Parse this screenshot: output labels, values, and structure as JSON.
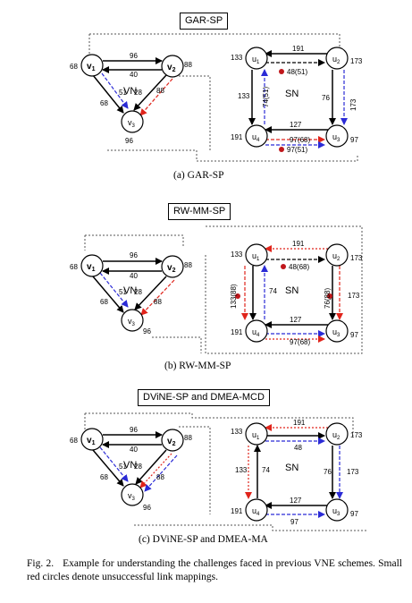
{
  "panels": [
    {
      "title": "GAR-SP",
      "caption": "(a) GAR-SP",
      "vn": {
        "label": "VN",
        "nodes": [
          {
            "id": "v1",
            "name": "v",
            "sub": "1",
            "cap": "68"
          },
          {
            "id": "v2",
            "name": "v",
            "sub": "2",
            "cap": "88"
          },
          {
            "id": "v3",
            "name": "v",
            "sub": "3",
            "cap": "96"
          }
        ],
        "edge_labels": {
          "v1v2_top": "96",
          "v1v2_mid": "40",
          "v1v3_outer": "68",
          "v1v3_inner": "51",
          "v2v3_inner": "28",
          "v2v3_outer": "88"
        }
      },
      "sn": {
        "label": "SN",
        "nodes": [
          {
            "id": "u1",
            "name": "u",
            "sub": "1",
            "cap": "133"
          },
          {
            "id": "u2",
            "name": "u",
            "sub": "2",
            "cap": "173"
          },
          {
            "id": "u3",
            "name": "u",
            "sub": "3",
            "cap": "97"
          },
          {
            "id": "u4",
            "name": "u",
            "sub": "4",
            "cap": "191"
          }
        ],
        "edge_labels": {
          "top": "191",
          "left": "133",
          "left_mapped": "74(51)",
          "right": "76",
          "right_outer": "173",
          "bottom": "127",
          "bottom_mapped": "97(68)",
          "fail_top": "48(51)",
          "fail_bottom": "97(51)"
        }
      }
    },
    {
      "title": "RW-MM-SP",
      "caption": "(b) RW-MM-SP",
      "vn": {
        "label": "VN",
        "nodes": [
          {
            "id": "v1",
            "name": "v",
            "sub": "1",
            "cap": "68"
          },
          {
            "id": "v2",
            "name": "v",
            "sub": "2",
            "cap": "88"
          },
          {
            "id": "v3",
            "name": "v",
            "sub": "3",
            "cap": "96"
          }
        ],
        "edge_labels": {
          "v1v2_top": "96",
          "v1v2_mid": "40",
          "v1v3_outer": "68",
          "v1v3_inner": "51",
          "v2v3_inner": "28",
          "v2v3_outer": "88"
        }
      },
      "sn": {
        "label": "SN",
        "nodes": [
          {
            "id": "u1",
            "name": "u",
            "sub": "1",
            "cap": "133"
          },
          {
            "id": "u2",
            "name": "u",
            "sub": "2",
            "cap": "173"
          },
          {
            "id": "u3",
            "name": "u",
            "sub": "3",
            "cap": "97"
          },
          {
            "id": "u4",
            "name": "u",
            "sub": "4",
            "cap": "191"
          }
        ],
        "edge_labels": {
          "top": "191",
          "left_outer": "133(88)",
          "left": "74",
          "right": "76(88)",
          "right_outer": "173",
          "bottom": "127",
          "bottom_mapped": "97(68)",
          "fail_top": "48(68)"
        }
      }
    },
    {
      "title": "DViNE-SP and DMEA-MCD",
      "caption": "(c) DViNE-SP and DMEA-MA",
      "vn": {
        "label": "VN",
        "nodes": [
          {
            "id": "v1",
            "name": "v",
            "sub": "1",
            "cap": "68"
          },
          {
            "id": "v2",
            "name": "v",
            "sub": "2",
            "cap": "88"
          },
          {
            "id": "v3",
            "name": "v",
            "sub": "3",
            "cap": "96"
          }
        ],
        "edge_labels": {
          "v1v2_top": "96",
          "v1v2_mid": "40",
          "v1v3_outer": "68",
          "v1v3_inner": "51",
          "v2v3_inner": "28",
          "v2v3_outer": "88"
        }
      },
      "sn": {
        "label": "SN",
        "nodes": [
          {
            "id": "u1",
            "name": "u",
            "sub": "1",
            "cap": "133"
          },
          {
            "id": "u2",
            "name": "u",
            "sub": "2",
            "cap": "173"
          },
          {
            "id": "u3",
            "name": "u",
            "sub": "3",
            "cap": "97"
          },
          {
            "id": "u4",
            "name": "u",
            "sub": "4",
            "cap": "191"
          }
        ],
        "edge_labels": {
          "top": "191",
          "top_inner": "48",
          "left_outer": "133",
          "left": "74",
          "right": "76",
          "right_outer": "173",
          "bottom": "127",
          "bottom_mapped": "97"
        }
      }
    }
  ],
  "figure_caption": {
    "label": "Fig. 2.",
    "text": "Example for understanding the challenges faced in previous VNE schemes. Small red circles denote unsuccessful link mappings."
  },
  "colors": {
    "line": "#000000",
    "blue": "#2b2bd6",
    "red": "#e0241b",
    "dot": "#c0171b",
    "dotted": "#555555"
  }
}
